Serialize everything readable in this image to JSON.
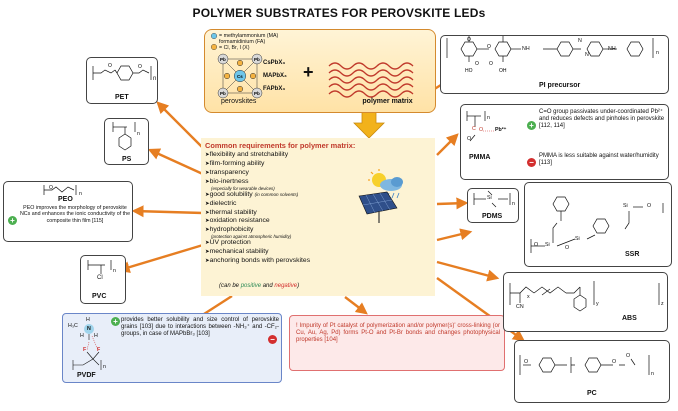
{
  "title": "POLYMER SUBSTRATES FOR PEROVSKITE LEDs",
  "top_center": {
    "legend": [
      "= methylammonium (MA)",
      "formamidinium (FA)",
      "= Cl, Br, I (X)"
    ],
    "crystal_labels": [
      "CsPbX₃",
      "MAPbX₃",
      "FAPbX₃"
    ],
    "perovskites_label": "perovskites",
    "plus_sign": "+",
    "matrix_label": "polymer matrix",
    "atom_pb": "Pb",
    "atom_cs": "Cs"
  },
  "requirements": {
    "title": "Common requirements for polymer matrix:",
    "items": [
      {
        "text": "flexibility and stretchability",
        "sub": ""
      },
      {
        "text": "film-forming ability",
        "sub": ""
      },
      {
        "text": "transparency",
        "sub": ""
      },
      {
        "text": "bio-inertness",
        "sub": "(especially for wearable devices)"
      },
      {
        "text": "good solubility",
        "inline_sub": "(in common solvents)",
        "sub": ""
      },
      {
        "text": "dielectric",
        "sub": ""
      },
      {
        "text": "thermal stability",
        "sub": ""
      },
      {
        "text": "oxidation resistance",
        "sub": ""
      },
      {
        "text": "hydrophobicity",
        "sub": "(protection against atmospheric humidity)"
      },
      {
        "text": "UV protection",
        "sub": ""
      },
      {
        "text": "mechanical stability",
        "sub": ""
      },
      {
        "text": "anchoring bonds with perovskites",
        "sub": ""
      }
    ],
    "footnote_prefix": "(can be ",
    "footnote_positive": "positive",
    "footnote_mid": " and ",
    "footnote_negative": "negative",
    "footnote_suffix": ")"
  },
  "polymers": {
    "pet": {
      "name": "PET",
      "n": "n"
    },
    "ps": {
      "name": "PS",
      "n": "n"
    },
    "peo": {
      "name": "PEO",
      "n": "n",
      "note": "PEO improves the morphology of perovskite NCs and enhances the ionic conductivity of the composite thin film [115]"
    },
    "pvc": {
      "name": "PVC",
      "n": "n",
      "atom": "Cl"
    },
    "pvdf": {
      "name": "PVDF",
      "n": "n",
      "note": "provides better solubility and size control of perovskite grains [103] due to interactions between -NH₃⁺ and -CF₂- groups, in case of MAPbBr₃ [103]",
      "atoms": [
        "H₃C",
        "N",
        "H",
        "H",
        "H",
        "F",
        "F"
      ]
    },
    "pi": {
      "name": "PI precursor",
      "n": "n",
      "atoms": [
        "NH",
        "NH",
        "HO",
        "OH",
        "O",
        "O",
        "O",
        "O",
        "N",
        "N",
        "H",
        "H"
      ]
    },
    "pmma": {
      "name": "PMMA",
      "n": "n",
      "pb": "Pb²⁺",
      "plus_note": "C=O group passivates under-coordinated Pb²⁺ and reduces defects and pinholes in perovskite [112, 114]",
      "minus_note": "PMMA is less suitable against water/humidity [113]"
    },
    "pdms": {
      "name": "PDMS",
      "n": "n",
      "atom": "Si"
    },
    "ssr": {
      "name": "SSR",
      "atoms": [
        "Si",
        "Si",
        "Si",
        "O",
        "O",
        "O"
      ]
    },
    "abs": {
      "name": "ABS",
      "atom": "CN",
      "subs": [
        "x",
        "y",
        "z"
      ]
    },
    "pc": {
      "name": "PC",
      "n": "n",
      "atoms": [
        "O",
        "O",
        "O"
      ]
    }
  },
  "pt_note": "! Impurity of Pt catalyst of polymerization and/or polymer(s)' cross-linking (or Cu, Au, Ag, Pd) forms Pt-O and Pt-Br bonds and changes photophysical properties [104]",
  "colors": {
    "arrow": "#e67e22",
    "req_bg": "#fdf3d4",
    "title_red": "#c0392b",
    "matrix_wave": "#c0392b"
  }
}
